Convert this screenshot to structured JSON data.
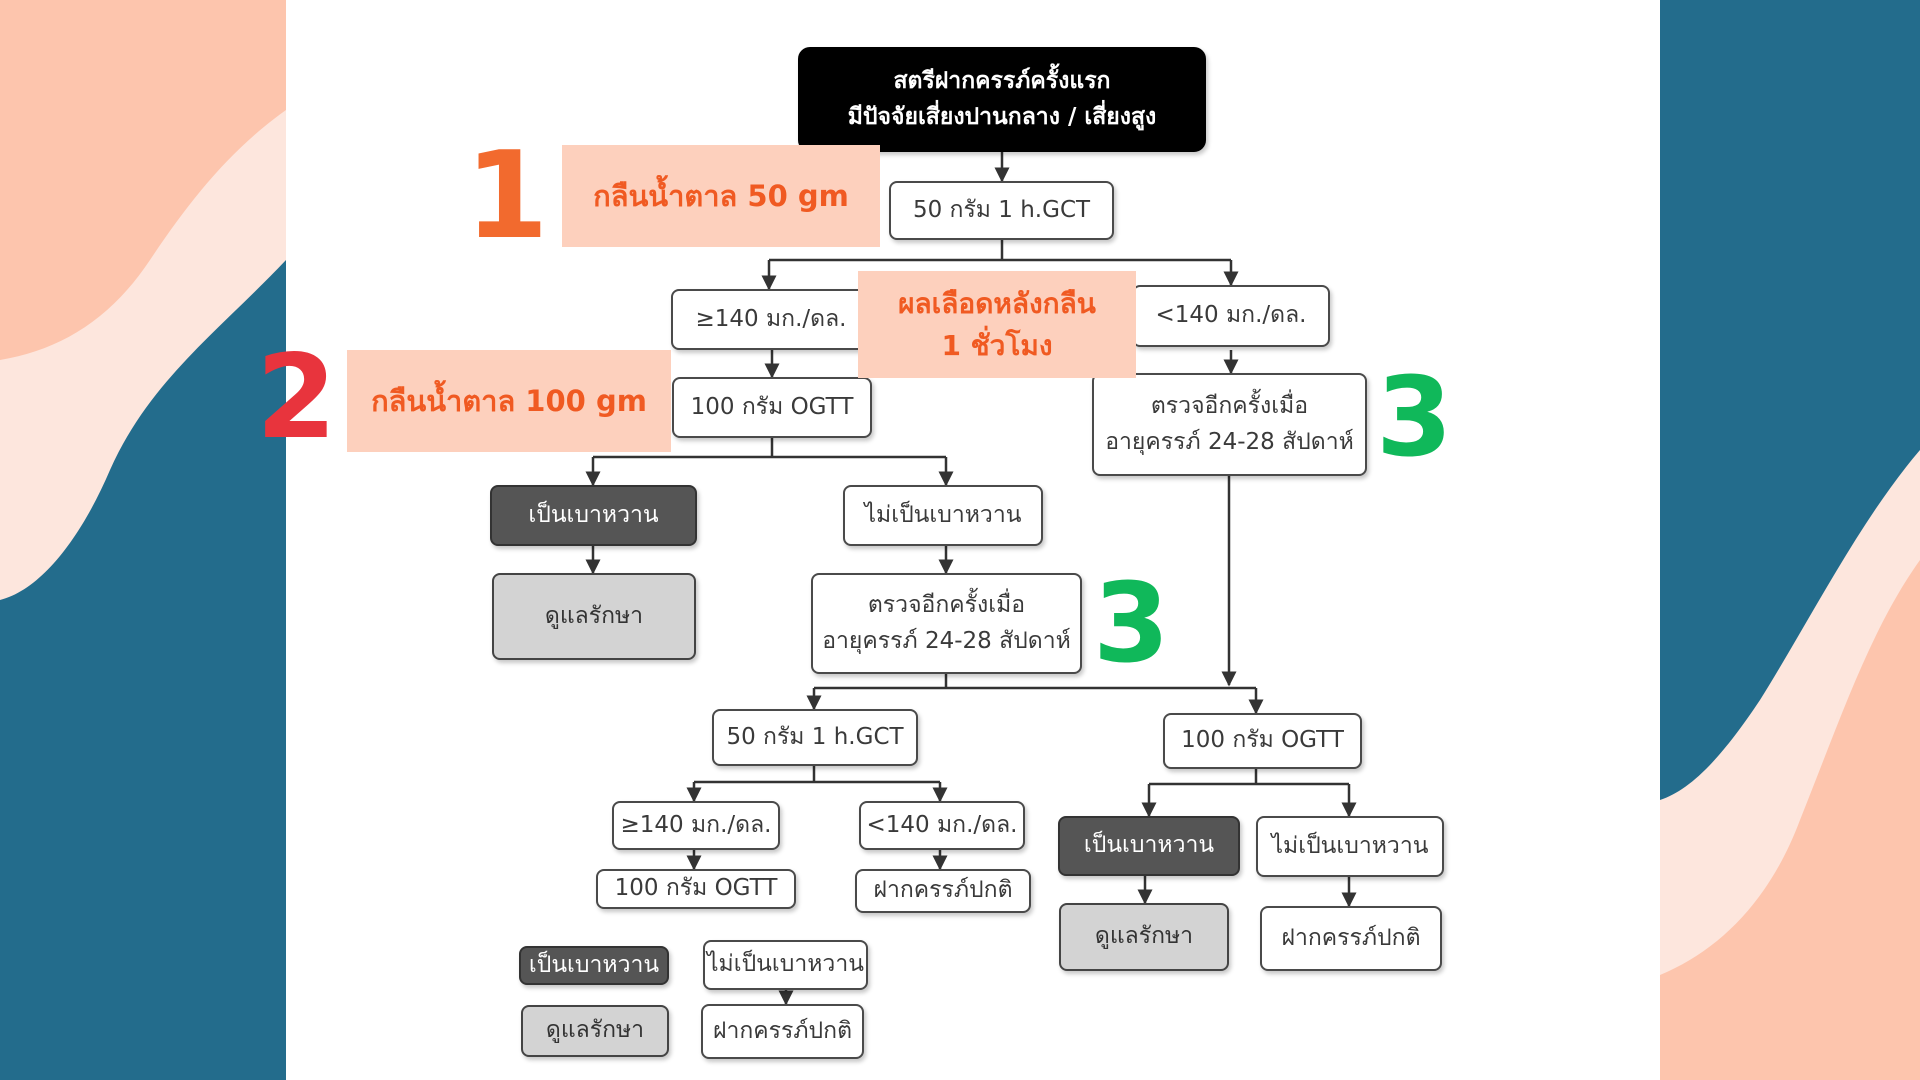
{
  "colors": {
    "bg_peach": "#fdc5ad",
    "bg_blush": "#fde6dd",
    "bg_teal": "#236c8c",
    "callout_fill": "#fdd0bd",
    "callout_text": "#f05a22",
    "badge_orange": "#f26a2e",
    "badge_red": "#e8343d",
    "badge_green": "#10b85a"
  },
  "callouts": {
    "glucose_50": "กลืนน้ำตาล 50 gm",
    "glucose_100": "กลืนน้ำตาล 100 gm",
    "result_line1": "ผลเลือดหลังกลืน",
    "result_line2": "1 ชั่วโมง"
  },
  "badges": {
    "one": "1",
    "two": "2",
    "three_right": "3",
    "three_center": "3"
  },
  "nodes": {
    "start_line1": "สตรีฝากครรภ์ครั้งแรก",
    "start_line2": "มีปัจจัยเสี่ยงปานกลาง / เสี่ยงสูง",
    "gct_top": "50 กรัม 1 h.GCT",
    "ge140_top": "≥140 มก./ดล.",
    "lt140_top": "<140 มก./ดล.",
    "ogtt_left": "100 กรัม OGTT",
    "recheck_right_line1": "ตรวจอีกครั้งเมื่อ",
    "recheck_right_line2": "อายุครรภ์ 24-28 สัปดาห์",
    "dm_left": "เป็นเบาหวาน",
    "nodm_left": "ไม่เป็นเบาหวาน",
    "care_left": "ดูแลรักษา",
    "recheck_center_line1": "ตรวจอีกครั้งเมื่อ",
    "recheck_center_line2": "อายุครรภ์ 24-28 สัปดาห์",
    "gct_bottom": "50 กรัม 1 h.GCT",
    "ogtt_right": "100 กรัม OGTT",
    "ge140_bottom": "≥140 มก./ดล.",
    "lt140_bottom": "<140 มก./ดล.",
    "dm_right": "เป็นเบาหวาน",
    "nodm_right": "ไม่เป็นเบาหวาน",
    "ogtt_bottom": "100 กรัม OGTT",
    "normal_mid": "ฝากครรภ์ปกติ",
    "care_right": "ดูแลรักษา",
    "normal_right": "ฝากครรภ์ปกติ",
    "dm_bottom": "เป็นเบาหวาน",
    "nodm_bottom": "ไม่เป็นเบาหวาน",
    "care_bottom": "ดูแลรักษา",
    "normal_bottom": "ฝากครรภ์ปกติ"
  }
}
